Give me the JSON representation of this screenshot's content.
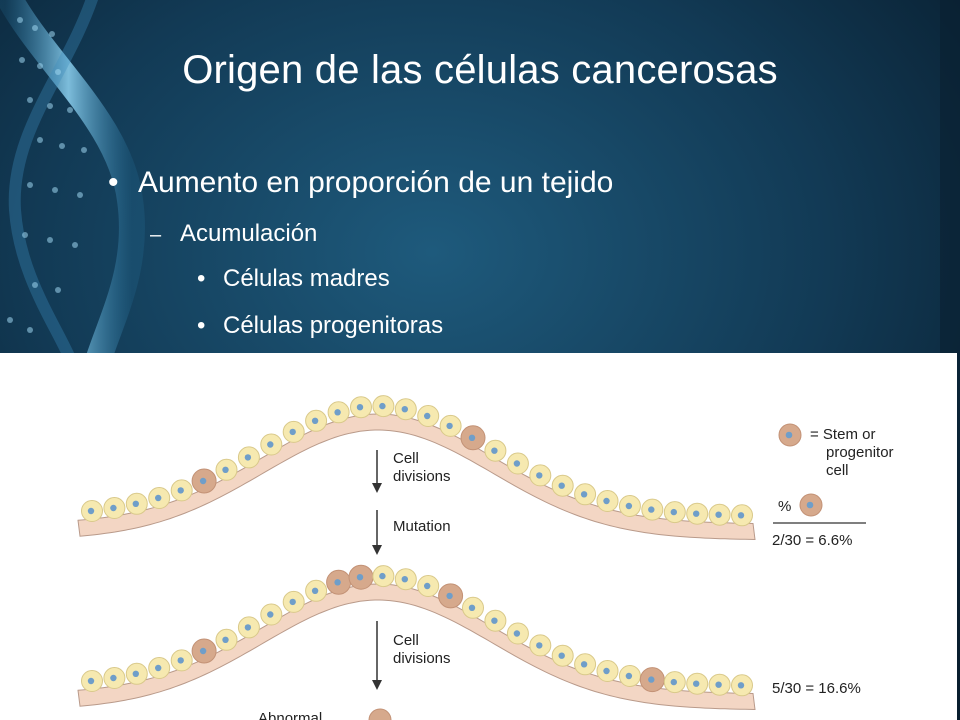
{
  "slide": {
    "title": "Origen de las células cancerosas",
    "bullets": [
      {
        "level": 1,
        "text": "Aumento en proporción de un tejido"
      },
      {
        "level": 2,
        "text": "Acumulación"
      },
      {
        "level": 3,
        "text": "Células madres"
      },
      {
        "level": 3,
        "text": "Células progenitoras"
      }
    ]
  },
  "figure": {
    "arrows": [
      "Cell\ndivisions",
      "Mutation",
      "Cell\ndivisions"
    ],
    "legend": "= Stem or\nprogenitor\ncell",
    "fraction_header": "%",
    "ratios": [
      "2/30 = 6.6%",
      "5/30 = 16.6%"
    ],
    "bottom_label": "Abnormal",
    "colors": {
      "normal_cell": "#f6e9b0",
      "stem_cell": "#d6a98c",
      "nucleus": "#6f9ec9",
      "tissue": "#f3d6c4"
    },
    "tissue_rows": [
      {
        "cells": 30,
        "stem_cells": 2
      },
      {
        "cells": 30,
        "stem_cells": 5
      }
    ]
  }
}
